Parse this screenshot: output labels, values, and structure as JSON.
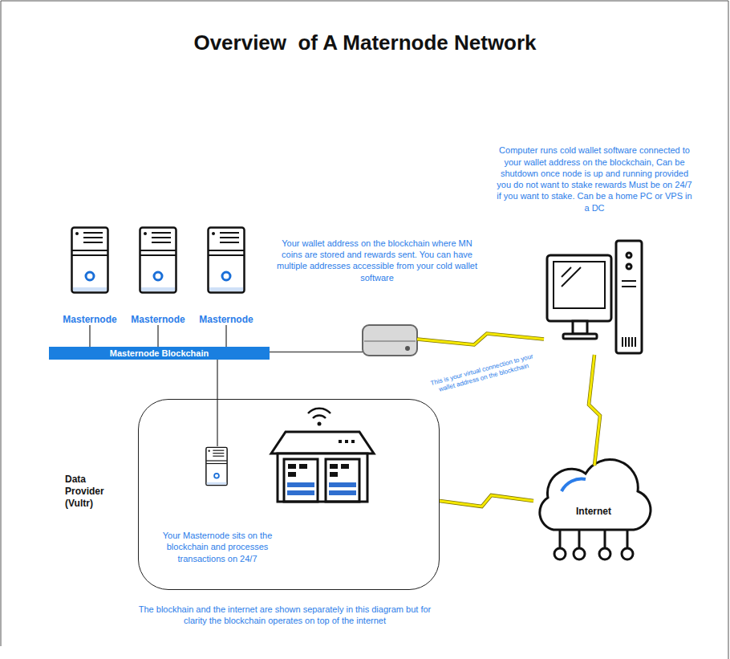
{
  "diagram": {
    "title": "Overview  of A Maternode Network",
    "nodes": [
      {
        "text": [
          "Masternode"
        ]
      },
      {
        "text": [
          "Masternode"
        ]
      },
      {
        "text": [
          "Masternode"
        ]
      },
      {
        "text": [
          "Masternode Blockchain"
        ]
      },
      {
        "text": [
          "Your wallet address on the blockchain where MN coins are stored and rewards sent. You can have multiple addresses accessible from your cold wallet software"
        ]
      },
      {
        "text": [
          "Computer runs cold wallet software connected to your wallet address on the blockchain, Can be shutdown once node is up and running provided you do not want to stake rewards Must be on 24/7 if you want to stake. Can be a home PC or VPS in a DC"
        ]
      },
      {
        "text": [
          "Internet"
        ]
      },
      {
        "text": [
          "Data Provider (Vultr)"
        ]
      },
      {
        "text": [
          "Your Masternode sits on the blockchain and processes transactions on 24/7"
        ],
        "in": 7
      }
    ],
    "edges": [
      {
        "from": 0,
        "to": 3,
        "arrow": "none"
      },
      {
        "from": 1,
        "to": 3,
        "arrow": "none"
      },
      {
        "from": 2,
        "to": 3,
        "arrow": "none"
      },
      {
        "from": 3,
        "to": 4,
        "arrow": "none"
      },
      {
        "from": 3,
        "to": 8,
        "arrow": "none"
      },
      {
        "from": 4,
        "to": 5,
        "arrow": "none"
      },
      {
        "from": 5,
        "to": 6,
        "arrow": "none"
      },
      {
        "from": 7,
        "to": 6,
        "arrow": "none"
      }
    ],
    "labels": [
      "This is your virtual connection to your wallet address on the blockchain",
      "The blockhain and the internet are shown separately in this diagram but for clarity the blockchain operates on top of the internet"
    ]
  }
}
